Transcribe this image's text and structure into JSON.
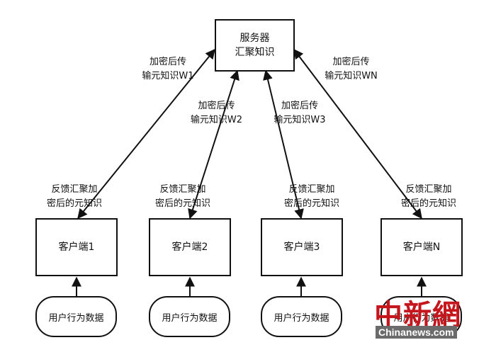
{
  "server": {
    "line1": "服务器",
    "line2": "汇聚知识"
  },
  "uplinks": [
    {
      "line1": "加密后传",
      "line2": "输元知识W1"
    },
    {
      "line1": "加密后传",
      "line2": "输元知识W2"
    },
    {
      "line1": "加密后传",
      "line2": "输元知识W3"
    },
    {
      "line1": "加密后传",
      "line2": "输元知识WN"
    }
  ],
  "downlinks": [
    {
      "line1": "反馈汇聚加",
      "line2": "密后的元知识"
    },
    {
      "line1": "反馈汇聚加",
      "line2": "密后的元知识"
    },
    {
      "line1": "反馈汇聚加",
      "line2": "密后的元知识"
    },
    {
      "line1": "反馈汇聚加",
      "line2": "密后的元知识"
    }
  ],
  "clients": [
    "客户端1",
    "客户端2",
    "客户端3",
    "客户端N"
  ],
  "data_sources": [
    "用户行为数据",
    "用户行为数据",
    "用户行为数据",
    "用户行为数据"
  ],
  "watermark": {
    "cn": "中新網",
    "en": "Chinanews.com"
  },
  "colors": {
    "stroke": "#111111",
    "watermark_red": "#c4161c"
  }
}
